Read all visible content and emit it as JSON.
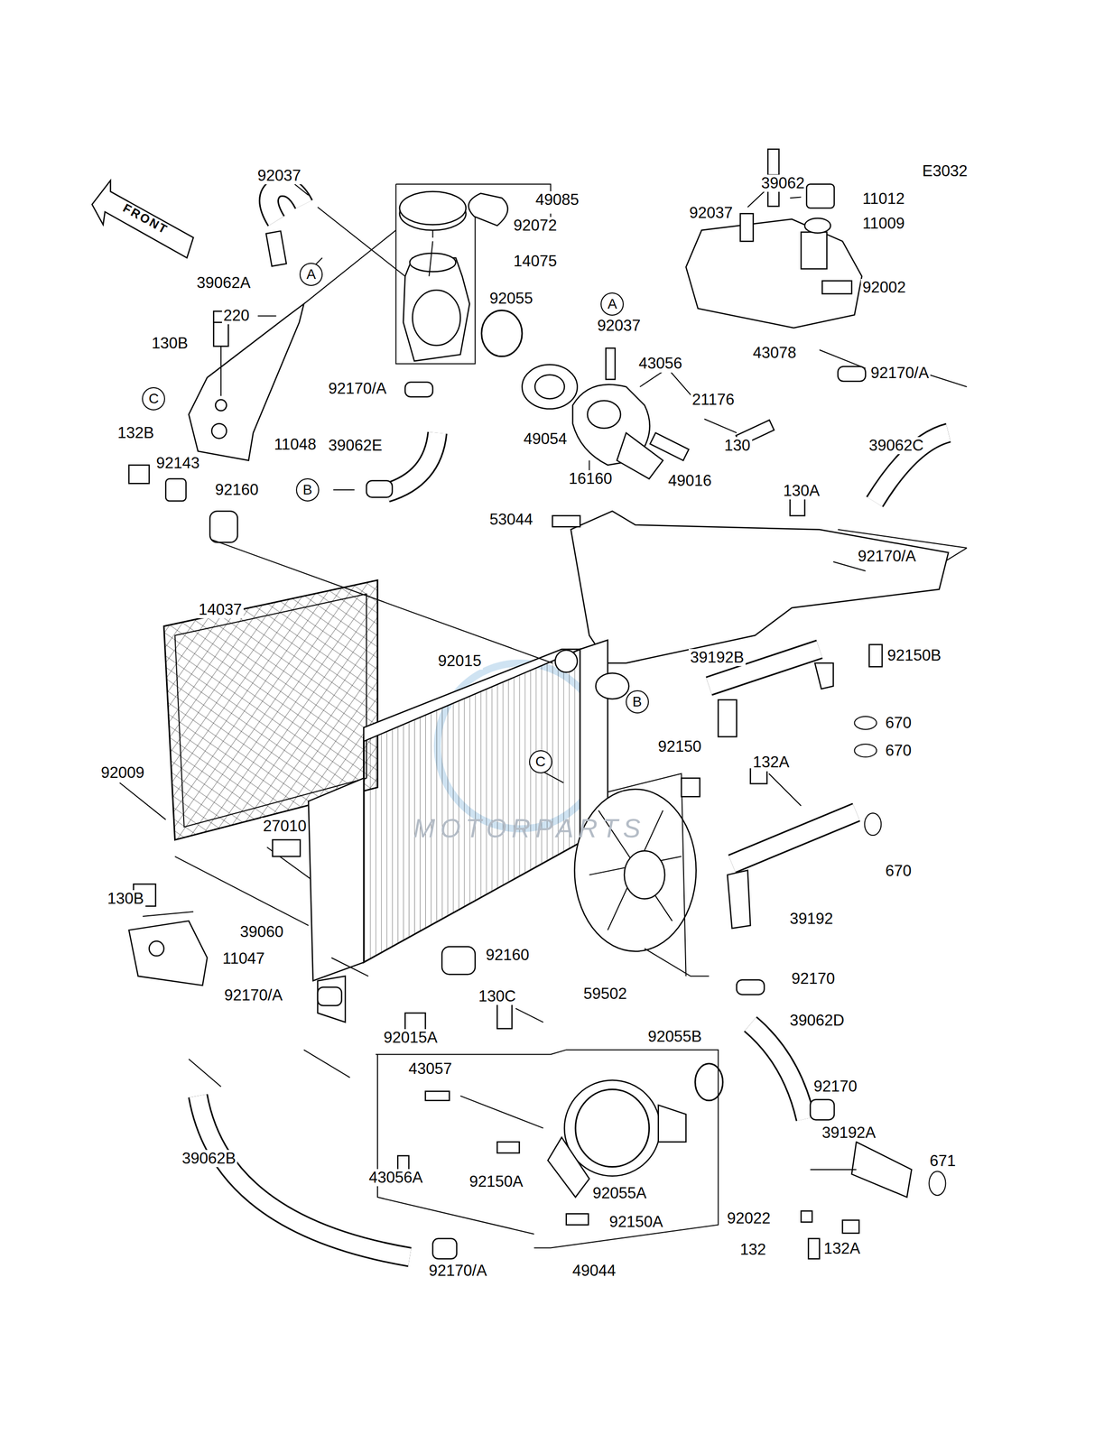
{
  "diagram": {
    "nodes": [
      {
        "text": [
          "A"
        ]
      },
      {
        "text": [
          "C"
        ]
      },
      {
        "text": [
          "A"
        ]
      },
      {
        "text": [
          "B"
        ]
      },
      {
        "text": [
          "B"
        ]
      },
      {
        "text": [
          "C"
        ]
      }
    ],
    "labels": [
      "E3032",
      "FRONT",
      "92037",
      "49085",
      "92072",
      "14075",
      "39062",
      "92037",
      "11012",
      "11009",
      "92002",
      "43078",
      "39062A",
      "220",
      "130B",
      "92055",
      "92037",
      "43056",
      "92170/A",
      "92170/A",
      "21176",
      "39062E",
      "49054",
      "11048",
      "130",
      "39062C",
      "132B",
      "92143",
      "16160",
      "92160",
      "49016",
      "130A",
      "53044",
      "92170/A",
      "14037",
      "92015",
      "39192B",
      "92150B",
      "670",
      "670",
      "92150",
      "132A",
      "92009",
      "27010",
      "670",
      "130B",
      "39192",
      "39060",
      "92160",
      "11047",
      "92170",
      "59502",
      "92170/A",
      "130C",
      "39062D",
      "92015A",
      "92055B",
      "43057",
      "92170",
      "39192A",
      "39062B",
      "671",
      "43056A",
      "92150A",
      "92055A",
      "92022",
      "92150A",
      "132A",
      "132",
      "92170/A",
      "49044",
      "MOTORPARTS"
    ]
  }
}
